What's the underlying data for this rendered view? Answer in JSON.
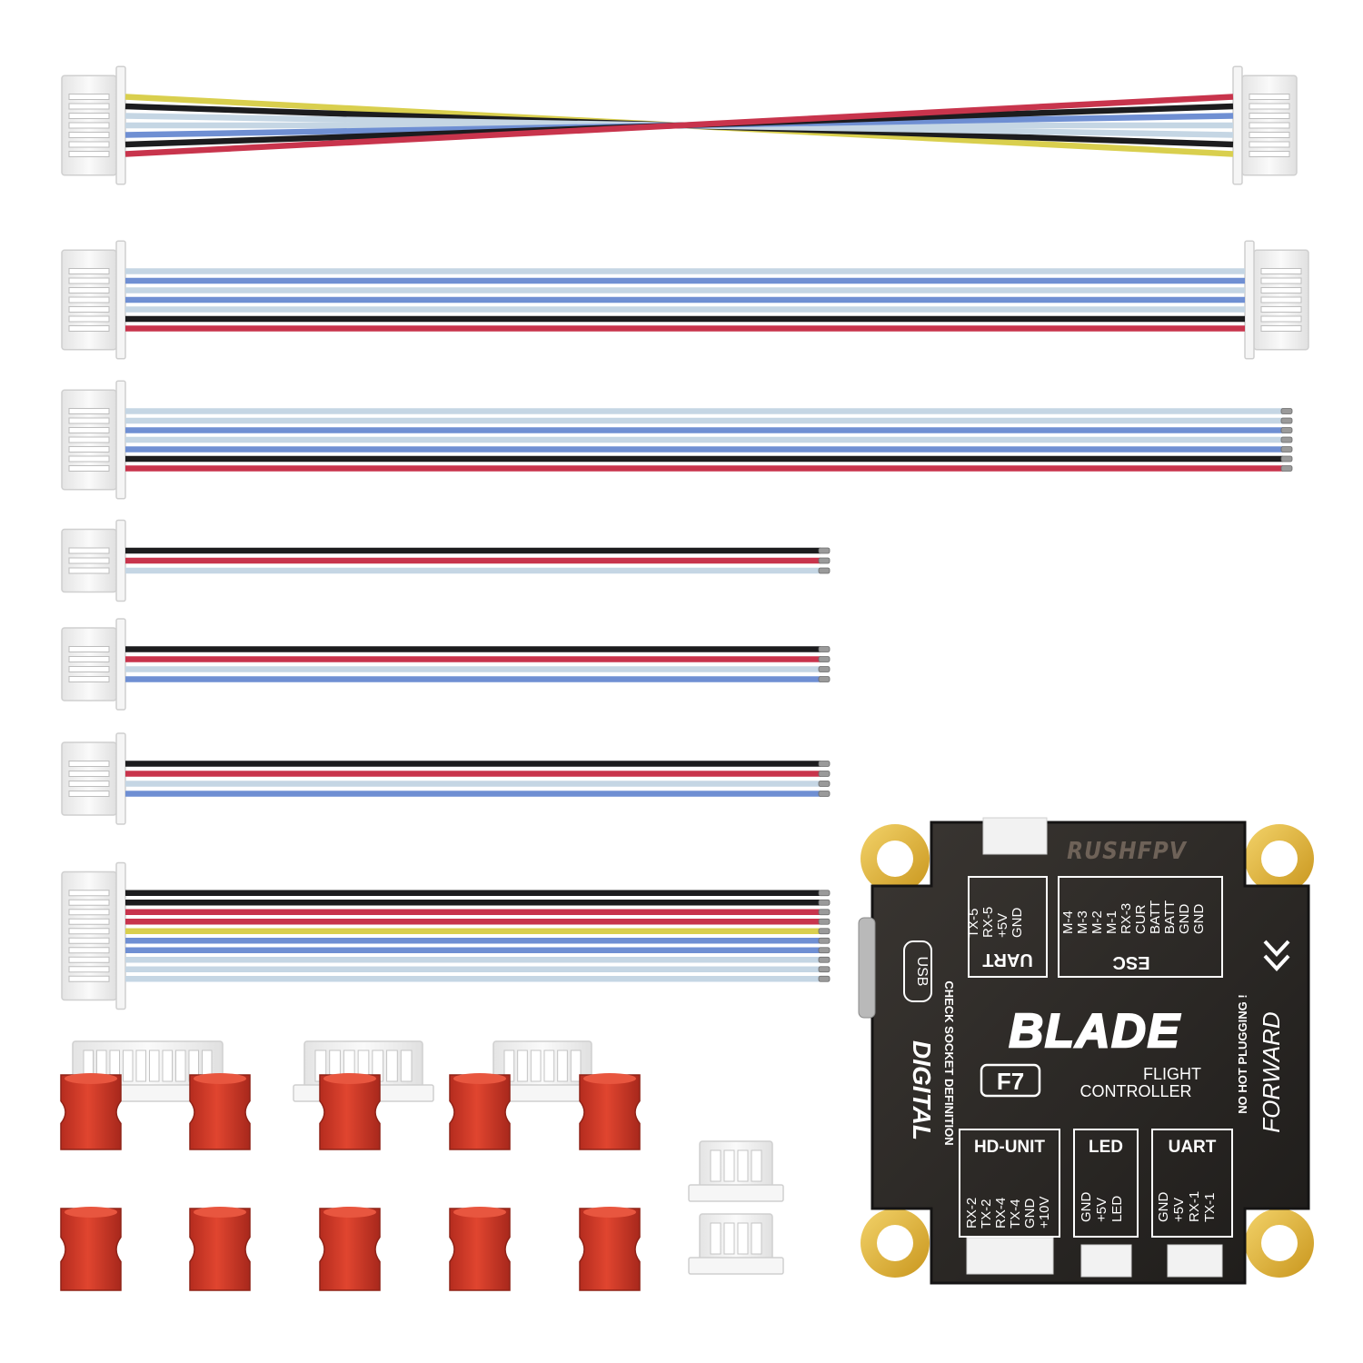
{
  "colors": {
    "black": "#1c1c1e",
    "red": "#c8344c",
    "blue": "#6f8fd3",
    "lightblue": "#c5d6e4",
    "yellow": "#d9cf4e",
    "connector": "#f2f2f2",
    "grommet": "#d63a2a",
    "board": "#2a2826"
  },
  "board": {
    "brand": "RUSHFPV",
    "title": "BLADE",
    "model": "F7",
    "subtitle_line1": "FLIGHT",
    "subtitle_line2": "CONTROLLER",
    "side_left": "DIGITAL",
    "notice_left": "CHECK SOCKET DEFINITION",
    "notice_right": "NO HOT PLUGGING !",
    "direction": "FORWARD",
    "usb": "USB",
    "uart_top_label": "UART",
    "uart_top_pins": [
      "TX-5",
      "RX-5",
      "+5V",
      "GND"
    ],
    "esc_label": "ESC",
    "esc_pins": [
      "M-4",
      "M-3",
      "M-2",
      "M-1",
      "RX-3",
      "CUR",
      "BATT",
      "BATT",
      "GND",
      "GND"
    ],
    "hd_label": "HD-UNIT",
    "hd_pins": [
      "RX-2",
      "TX-2",
      "RX-4",
      "TX-4",
      "GND",
      "+10V"
    ],
    "led_label": "LED",
    "led_pins": [
      "GND",
      "+5V",
      "LED"
    ],
    "uart_bottom_label": "UART",
    "uart_bottom_pins": [
      "GND",
      "+5V",
      "RX-1",
      "TX-1"
    ]
  },
  "cables": [
    {
      "kind": "crossover",
      "wires": [
        "yellow",
        "black",
        "lightblue",
        "lightblue",
        "blue",
        "black",
        "red"
      ]
    },
    {
      "kind": "double",
      "wires": [
        "lightblue",
        "blue",
        "lightblue",
        "blue",
        "lightblue",
        "black",
        "red"
      ]
    },
    {
      "kind": "single",
      "wires": [
        "lightblue",
        "lightblue",
        "blue",
        "lightblue",
        "blue",
        "black",
        "red"
      ]
    },
    {
      "kind": "single",
      "wires": [
        "black",
        "red",
        "lightblue"
      ]
    },
    {
      "kind": "single",
      "wires": [
        "black",
        "red",
        "lightblue",
        "blue"
      ]
    },
    {
      "kind": "single",
      "wires": [
        "black",
        "red",
        "lightblue",
        "blue"
      ]
    },
    {
      "kind": "single",
      "wires": [
        "black",
        "black",
        "red",
        "red",
        "yellow",
        "blue",
        "blue",
        "lightblue",
        "lightblue",
        "lightblue"
      ]
    }
  ]
}
